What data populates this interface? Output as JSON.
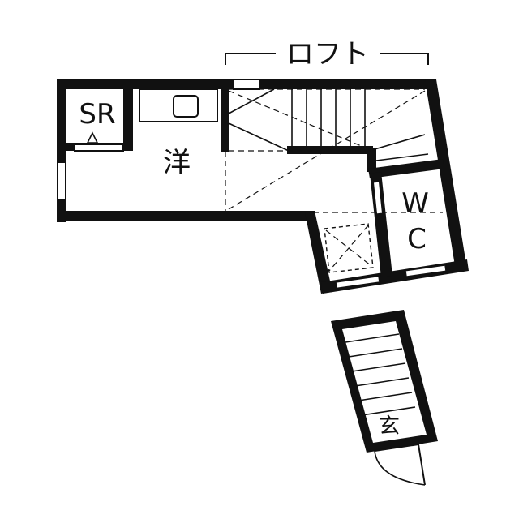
{
  "plan": {
    "loft_label": "ロフト",
    "rooms": {
      "storage": "SR",
      "western_room": "洋",
      "toilet_line1": "W",
      "toilet_line2": "C",
      "entrance": "玄"
    }
  }
}
